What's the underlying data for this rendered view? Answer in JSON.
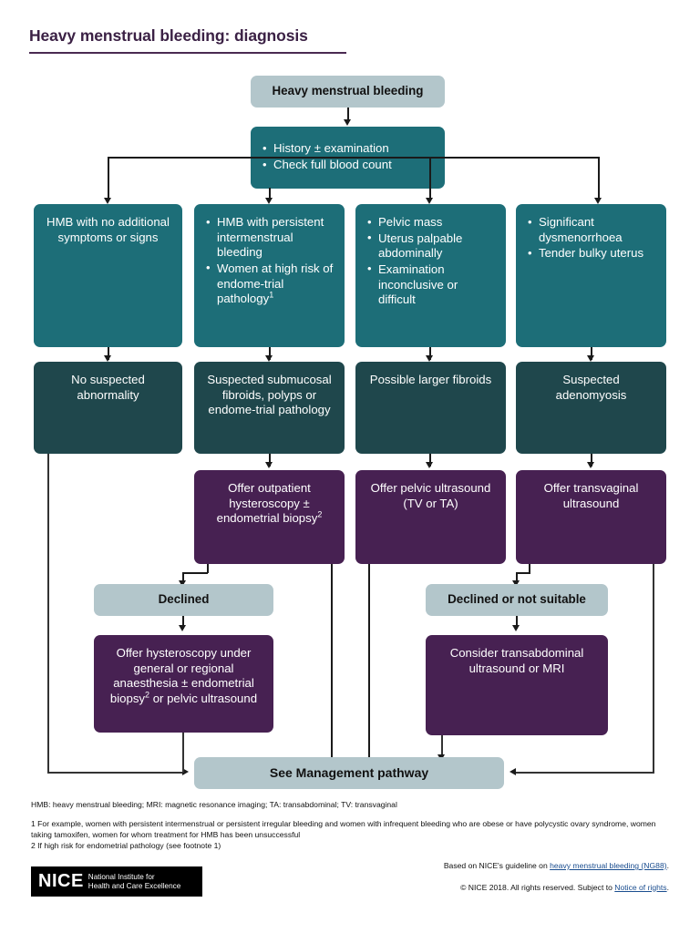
{
  "header": {
    "title": "Heavy menstrual bleeding: diagnosis"
  },
  "colors": {
    "light": "#b3c6cb",
    "teal": "#1d6e78",
    "dark_teal": "#1f474c",
    "purple": "#472152",
    "title": "#3b2145",
    "line": "#1a1a1a"
  },
  "nodes": {
    "start": "Heavy menstrual bleeding",
    "assessment": [
      "History ± examination",
      "Check full blood count"
    ],
    "branch1": "HMB with no additional symptoms or signs",
    "branch2": [
      "HMB with persistent intermenstrual bleeding",
      "Women at high risk of endome-trial pathology"
    ],
    "branch2_footnote_marker": "1",
    "branch3": [
      "Pelvic mass",
      "Uterus palpable abdominally",
      "Examination inconclusive or difficult"
    ],
    "branch4": [
      "Significant dysmenorrhoea",
      "Tender bulky uterus"
    ],
    "outcome1": "No suspected abnormality",
    "outcome2": "Suspected submucosal fibroids, polyps or endome-trial pathology",
    "outcome3": "Possible larger fibroids",
    "outcome4": "Suspected adenomyosis",
    "action1": "Offer outpatient hysteroscopy ± endometrial biopsy",
    "action1_footnote_marker": "2",
    "action2": "Offer pelvic ultrasound (TV or TA)",
    "action3": "Offer transvaginal ultrasound",
    "declined_left": "Declined",
    "declined_right": "Declined or not suitable",
    "action4_pre": "Offer hysteroscopy under general or regional anaesthesia ± endometrial biopsy",
    "action4_footnote_marker": "2",
    "action4_post": " or pelvic ultrasound",
    "action5": "Consider transabdominal ultrasound or MRI",
    "end": "See Management pathway"
  },
  "footer": {
    "abbreviations": "HMB: heavy menstrual bleeding; MRI: magnetic resonance imaging; TA: transabdominal; TV: transvaginal",
    "footnote1": "1 For example, women with persistent intermenstrual or persistent irregular bleeding and women with infrequent bleeding  who are obese or have polycystic ovary syndrome, women taking tamoxifen, women for whom treatment for HMB has been unsuccessful",
    "footnote2": "2 If high risk for endometrial pathology (see footnote 1)",
    "logo_mark": "NICE",
    "logo_line1": "National Institute for",
    "logo_line2": "Health and Care Excellence",
    "credit_prefix": "Based on NICE's guideline on ",
    "credit_link": "heavy menstrual bleeding (NG88)",
    "credit_suffix": ".",
    "copyright_prefix": "© NICE 2018. All rights reserved. Subject to ",
    "copyright_link": "Notice of rights",
    "copyright_suffix": "."
  }
}
